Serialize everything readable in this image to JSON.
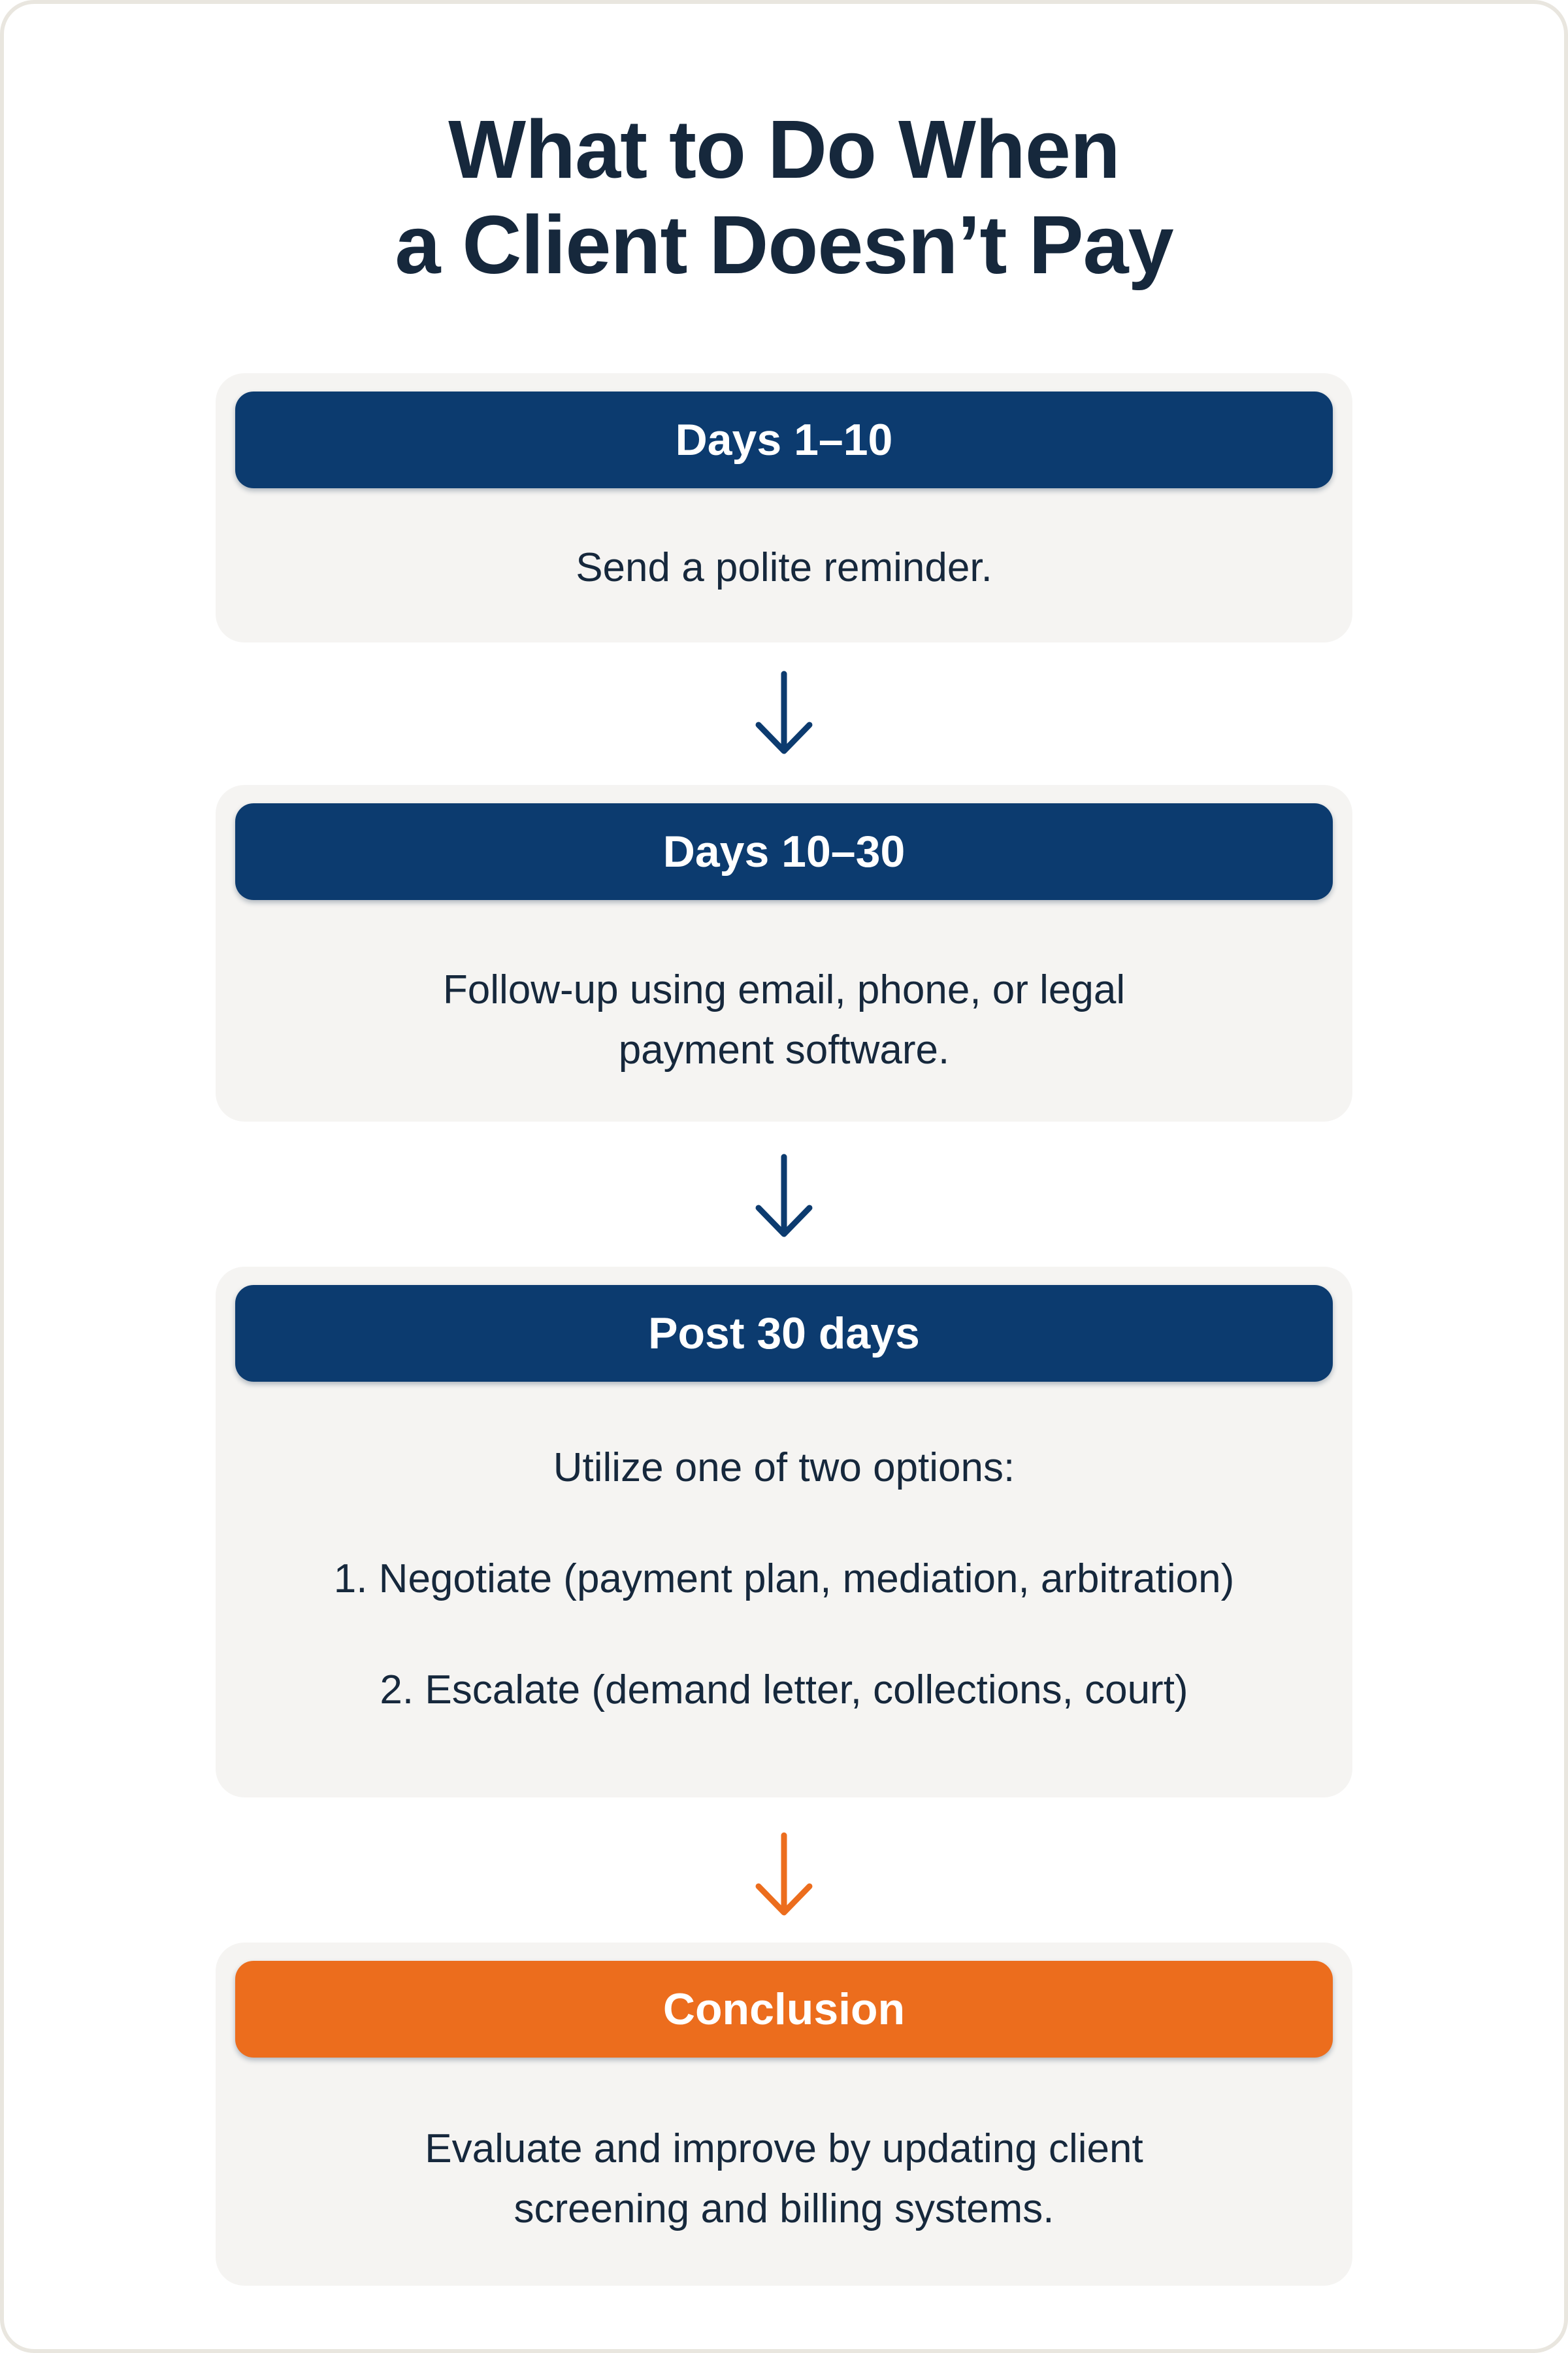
{
  "title": {
    "line1": "What to Do When",
    "line2": "a Client Doesn’t Pay"
  },
  "steps": [
    {
      "header": "Days 1–10",
      "lines": [
        "Send a polite reminder."
      ]
    },
    {
      "header": "Days 10–30",
      "lines": [
        "Follow-up using email, phone, or legal",
        "payment software."
      ]
    },
    {
      "header": "Post 30 days",
      "lines": [
        "Utilize one of two options:",
        "1. Negotiate (payment plan, mediation, arbitration)",
        "2. Escalate (demand letter, collections, court)"
      ]
    },
    {
      "header": "Conclusion",
      "lines": [
        "Evaluate and improve by updating client",
        "screening and billing systems."
      ]
    }
  ],
  "colors": {
    "navy": "#0c3b6f",
    "orange": "#ec6d1d",
    "card_bg": "#f5f4f2",
    "text": "#16283c",
    "header_text": "#ffffff",
    "page_border": "#e9e6df"
  }
}
